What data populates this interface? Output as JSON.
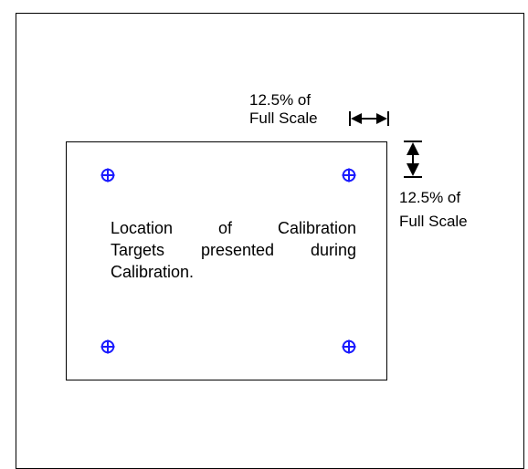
{
  "dimension_top": {
    "line1": "12.5% of",
    "line2": "Full Scale"
  },
  "dimension_right": {
    "line1": "12.5% of",
    "line2": "Full Scale"
  },
  "description": {
    "line1": "Location of Calibration",
    "line2": "Targets presented during",
    "line3": "Calibration."
  },
  "colors": {
    "target": "#1a1aff",
    "outline": "#000000"
  },
  "icons": {
    "target": "crosshair-target-icon",
    "arrow": "double-arrow-icon"
  }
}
